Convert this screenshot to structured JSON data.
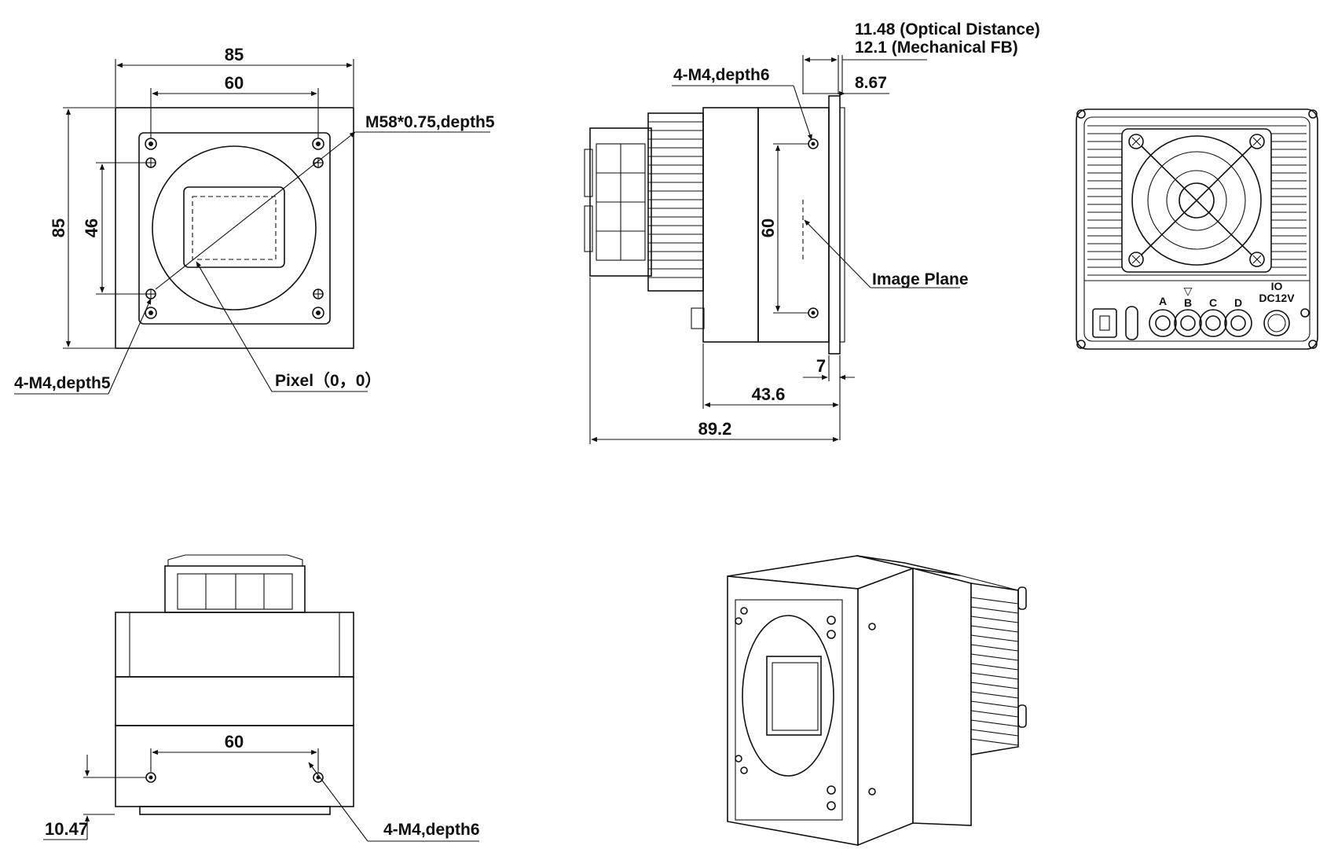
{
  "front_view": {
    "width_outer": "85",
    "width_holes": "60",
    "height_outer": "85",
    "height_holes": "46",
    "thread_note": "M58*0.75,depth5",
    "hole_note": "4-M4,depth5",
    "pixel_origin": "Pixel（0，0）"
  },
  "side_view": {
    "optical_distance": "11.48 (Optical Distance)",
    "mechanical_fb": "12.1 (Mechanical FB)",
    "hole_note": "4-M4,depth6",
    "dim_867": "8.67",
    "dim_60": "60",
    "image_plane": "Image Plane",
    "dim_7": "7",
    "dim_436": "43.6",
    "dim_892": "89.2"
  },
  "rear_view": {
    "port_a": "A",
    "port_b": "B",
    "port_c": "C",
    "port_d": "D",
    "io_label": "IO",
    "power_label": "DC12V",
    "arrow_mark": "▽"
  },
  "bottom_view": {
    "dim_60": "60",
    "dim_1047": "10.47",
    "hole_note": "4-M4,depth6"
  },
  "icons": [
    "fan-icon",
    "usb-c-port-icon",
    "connector-icon",
    "screw-hole-icon"
  ]
}
